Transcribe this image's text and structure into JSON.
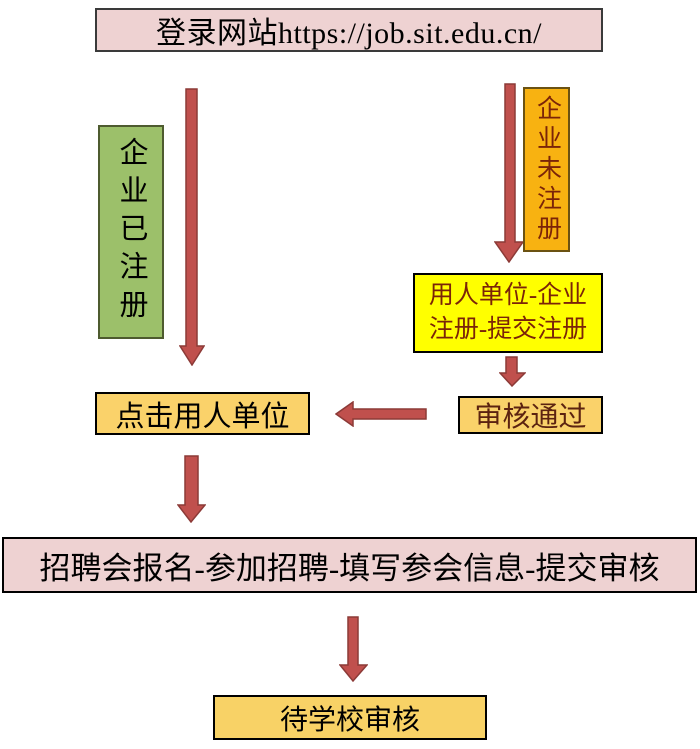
{
  "colors": {
    "arrow_fill": "#c0504d",
    "arrow_stroke": "#8c3a37",
    "pink_box_bg": "#eed2d2",
    "green_box_bg": "#9cc06a",
    "green_box_border": "#4e5b2f",
    "orange_box_bg": "#f8b211",
    "yellow_box_bg": "#ffff00",
    "gold_box_bg": "#fad26a",
    "dark_red_text": "#7b2408"
  },
  "flowchart": {
    "url_box": {
      "label": "登录网站https://job.sit.edu.cn/"
    },
    "registered_box": {
      "label": "企业已注册"
    },
    "unregistered_box": {
      "label": "企业未注册"
    },
    "register_steps_box": {
      "lines": [
        "用人单位-企业",
        "注册-提交注册"
      ]
    },
    "approved_box": {
      "label": "审核通过"
    },
    "click_employer_box": {
      "label": "点击用人单位"
    },
    "signup_box": {
      "label": "招聘会报名-参加招聘-填写参会信息-提交审核"
    },
    "wait_review_box": {
      "label": "待学校审核"
    },
    "arrows": [
      {
        "name": "arrow-down-registered-icon",
        "direction": "down"
      },
      {
        "name": "arrow-down-unregistered-icon",
        "direction": "down"
      },
      {
        "name": "arrow-down-register-to-approved-icon",
        "direction": "down"
      },
      {
        "name": "arrow-left-approved-to-click-icon",
        "direction": "left"
      },
      {
        "name": "arrow-down-click-to-signup-icon",
        "direction": "down"
      },
      {
        "name": "arrow-down-signup-to-wait-icon",
        "direction": "down"
      }
    ]
  }
}
